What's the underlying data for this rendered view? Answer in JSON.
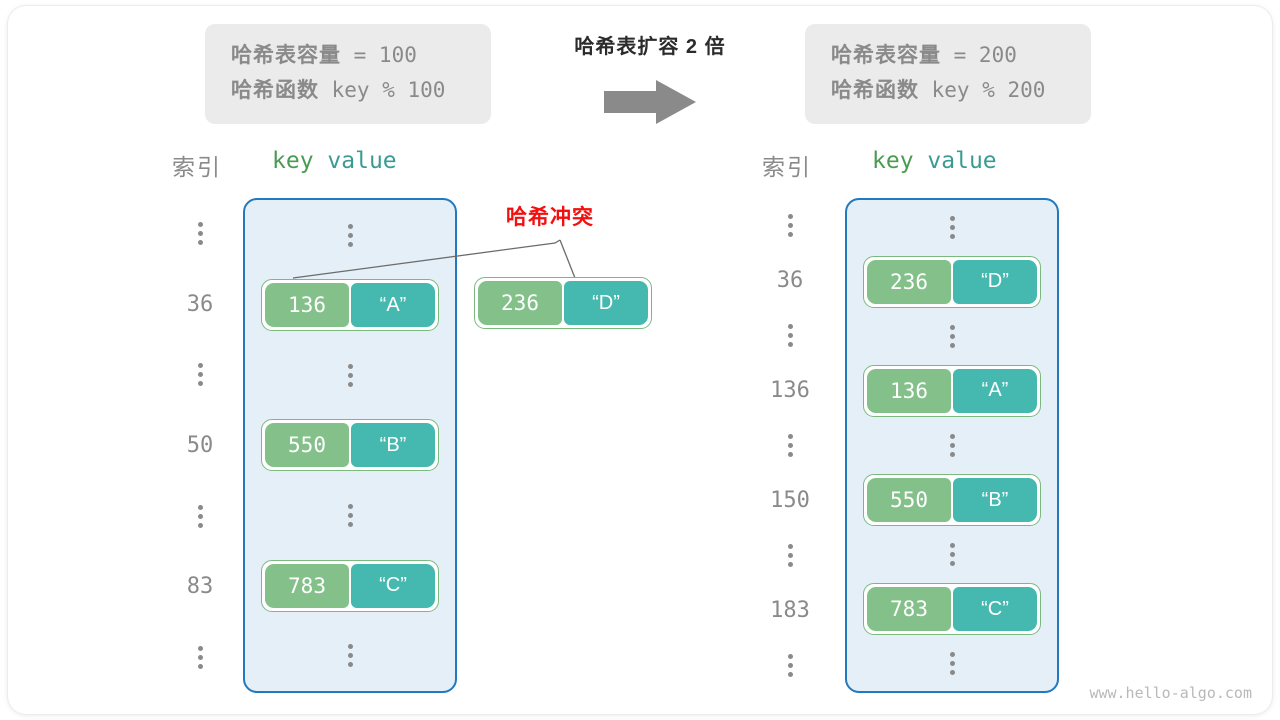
{
  "figure": {
    "title": "哈希表扩容 2 倍",
    "watermark": "www.hello-algo.com",
    "collision_label": "哈希冲突",
    "arrow_icon": "right-arrow-icon",
    "colors": {
      "key_fill": "#84c08a",
      "value_fill": "#45b8b0",
      "table_border": "#2179c0",
      "table_fill": "#e4eff8",
      "pair_border": "#7bb97f",
      "collision_red": "#f40f0f",
      "info_box_fill": "#ebebeb",
      "muted_text": "#8a8a8a"
    }
  },
  "info_left": {
    "line1_label": "哈希表容量",
    "line1_value": " = 100",
    "line2_label": "哈希函数",
    "line2_value": " key % 100"
  },
  "info_right": {
    "line1_label": "哈希表容量",
    "line1_value": " = 200",
    "line2_label": "哈希函数",
    "line2_value": " key % 200"
  },
  "headers": {
    "index": "索引",
    "key": "key",
    "value": "value"
  },
  "left_table": {
    "indices": [
      "⋮",
      "36",
      "⋮",
      "50",
      "⋮",
      "83",
      "⋮"
    ],
    "slots": [
      {
        "kind": "dots"
      },
      {
        "kind": "pair",
        "key": "136",
        "value": "“A”"
      },
      {
        "kind": "dots"
      },
      {
        "kind": "pair",
        "key": "550",
        "value": "“B”"
      },
      {
        "kind": "dots"
      },
      {
        "kind": "pair",
        "key": "783",
        "value": "“C”"
      },
      {
        "kind": "dots"
      }
    ]
  },
  "right_table": {
    "indices": [
      "⋮",
      "36",
      "⋮",
      "136",
      "⋮",
      "150",
      "⋮",
      "183",
      "⋮"
    ],
    "slots": [
      {
        "kind": "dots"
      },
      {
        "kind": "pair",
        "key": "236",
        "value": "“D”"
      },
      {
        "kind": "dots"
      },
      {
        "kind": "pair",
        "key": "136",
        "value": "“A”"
      },
      {
        "kind": "dots"
      },
      {
        "kind": "pair",
        "key": "550",
        "value": "“B”"
      },
      {
        "kind": "dots"
      },
      {
        "kind": "pair",
        "key": "783",
        "value": "“C”"
      },
      {
        "kind": "dots"
      }
    ]
  },
  "collision_pair": {
    "key": "236",
    "value": "“D”"
  }
}
